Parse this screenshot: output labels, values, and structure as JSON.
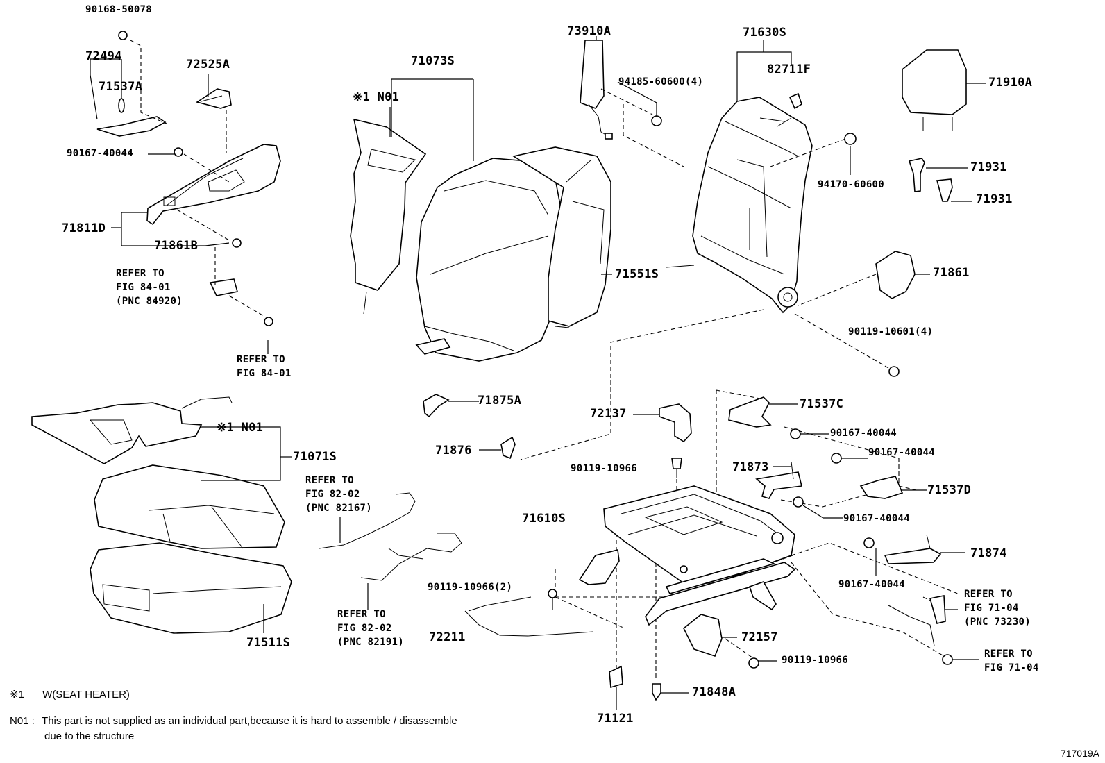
{
  "parts": [
    {
      "id": "p1",
      "text": "90168-50078"
    },
    {
      "id": "p2",
      "text": "72494"
    },
    {
      "id": "p3",
      "text": "71537A"
    },
    {
      "id": "p4",
      "text": "72525A"
    },
    {
      "id": "p5",
      "text": "90167-40044"
    },
    {
      "id": "p6",
      "text": "71811D"
    },
    {
      "id": "p7",
      "text": "71861B"
    },
    {
      "id": "p8",
      "text": "REFER TO\nFIG 84-01\n(PNC 84920)"
    },
    {
      "id": "p9",
      "text": "REFER TO\nFIG 84-01"
    },
    {
      "id": "p10",
      "text": "71073S"
    },
    {
      "id": "p11",
      "text": "※1 N01"
    },
    {
      "id": "p12",
      "text": "73910A"
    },
    {
      "id": "p13",
      "text": "94185-60600(4)"
    },
    {
      "id": "p14",
      "text": "71630S"
    },
    {
      "id": "p15",
      "text": "82711F"
    },
    {
      "id": "p16",
      "text": "71910A"
    },
    {
      "id": "p17",
      "text": "94170-60600"
    },
    {
      "id": "p18",
      "text": "71931"
    },
    {
      "id": "p19",
      "text": "71931"
    },
    {
      "id": "p20",
      "text": "71551S"
    },
    {
      "id": "p21",
      "text": "71861"
    },
    {
      "id": "p22",
      "text": "90119-10601(4)"
    },
    {
      "id": "p23",
      "text": "71875A"
    },
    {
      "id": "p24",
      "text": "72137"
    },
    {
      "id": "p25",
      "text": "71537C"
    },
    {
      "id": "p26",
      "text": "90167-40044"
    },
    {
      "id": "p27",
      "text": "※1 N01"
    },
    {
      "id": "p28",
      "text": "71071S"
    },
    {
      "id": "p29",
      "text": "71876"
    },
    {
      "id": "p30",
      "text": "90167-40044"
    },
    {
      "id": "p31",
      "text": "90119-10966"
    },
    {
      "id": "p32",
      "text": "71873"
    },
    {
      "id": "p33",
      "text": "REFER TO\nFIG 82-02\n(PNC 82167)"
    },
    {
      "id": "p34",
      "text": "71537D"
    },
    {
      "id": "p35",
      "text": "71610S"
    },
    {
      "id": "p36",
      "text": "90167-40044"
    },
    {
      "id": "p37",
      "text": "71874"
    },
    {
      "id": "p38",
      "text": "90119-10966(2)"
    },
    {
      "id": "p39",
      "text": "90167-40044"
    },
    {
      "id": "p40",
      "text": "REFER TO\nFIG 71-04\n(PNC 73230)"
    },
    {
      "id": "p41",
      "text": "REFER TO\nFIG 82-02\n(PNC 82191)"
    },
    {
      "id": "p42",
      "text": "72211"
    },
    {
      "id": "p43",
      "text": "72157"
    },
    {
      "id": "p44",
      "text": "71511S"
    },
    {
      "id": "p45",
      "text": "90119-10966"
    },
    {
      "id": "p46",
      "text": "REFER TO\nFIG 71-04"
    },
    {
      "id": "p47",
      "text": "71848A"
    },
    {
      "id": "p48",
      "text": "71121"
    }
  ],
  "notes": {
    "note1_mark": "※1",
    "note1_text": "W(SEAT HEATER)",
    "note2_mark": "N01 :",
    "note2_line1": "This part is not supplied as an individual part,because it is hard to assemble / disassemble",
    "note2_line2": "due to the structure"
  },
  "figure_id": "717019A"
}
